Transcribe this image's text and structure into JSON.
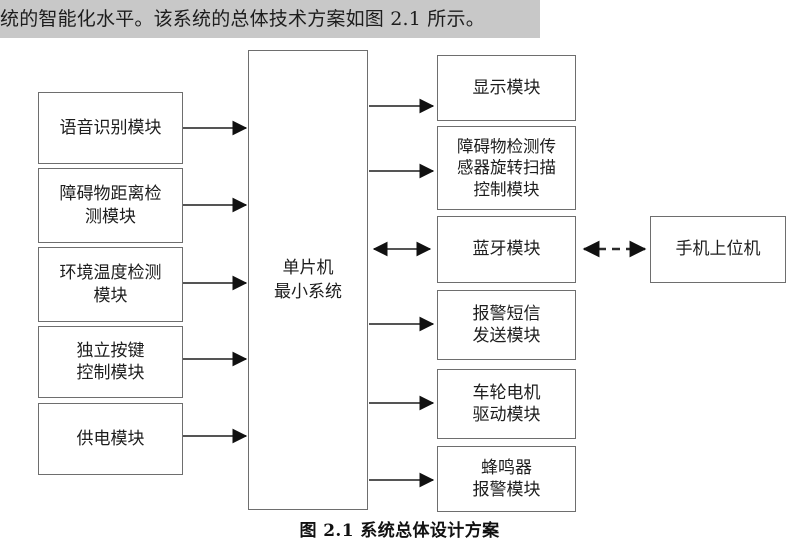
{
  "document": {
    "paragraph_text": "统的智能化水平。该系统的总体技术方案如图 2.1 所示。",
    "paragraph_highlight_color": "#c8c8c8",
    "caption": "图 2.1  系统总体设计方案",
    "box_border_color": "#6e6e6e",
    "line_color": "#3a3a3a"
  },
  "diagram": {
    "title": "系统总体设计方案",
    "center": {
      "label": "单片机\n最小系统",
      "name": "mcu-minimum-system"
    },
    "inputs": [
      {
        "label": "语音识别模块",
        "name": "voice-recognition-module"
      },
      {
        "label": "障碍物距离检\n测模块",
        "name": "obstacle-distance-detection-module"
      },
      {
        "label": "环境温度检测\n模块",
        "name": "ambient-temperature-detection-module"
      },
      {
        "label": "独立按键\n控制模块",
        "name": "independent-key-control-module"
      },
      {
        "label": "供电模块",
        "name": "power-supply-module"
      }
    ],
    "outputs": [
      {
        "label": "显示模块",
        "name": "display-module"
      },
      {
        "label": "障碍物检测传\n感器旋转扫描\n控制模块",
        "name": "obstacle-sensor-rotary-scan-control-module"
      },
      {
        "label": "蓝牙模块",
        "name": "bluetooth-module"
      },
      {
        "label": "报警短信\n发送模块",
        "name": "alarm-sms-sending-module"
      },
      {
        "label": "车轮电机\n驱动模块",
        "name": "wheel-motor-drive-module"
      },
      {
        "label": "蜂鸣器\n报警模块",
        "name": "buzzer-alarm-module"
      }
    ],
    "external": [
      {
        "label": "手机上位机",
        "name": "mobile-host-computer"
      }
    ],
    "connections": [
      {
        "from": "语音识别模块",
        "to": "单片机最小系统",
        "style": "solid",
        "direction": "forward"
      },
      {
        "from": "障碍物距离检测模块",
        "to": "单片机最小系统",
        "style": "solid",
        "direction": "forward"
      },
      {
        "from": "环境温度检测模块",
        "to": "单片机最小系统",
        "style": "solid",
        "direction": "forward"
      },
      {
        "from": "独立按键控制模块",
        "to": "单片机最小系统",
        "style": "solid",
        "direction": "forward"
      },
      {
        "from": "供电模块",
        "to": "单片机最小系统",
        "style": "solid",
        "direction": "forward"
      },
      {
        "from": "单片机最小系统",
        "to": "显示模块",
        "style": "solid",
        "direction": "forward"
      },
      {
        "from": "单片机最小系统",
        "to": "障碍物检测传感器旋转扫描控制模块",
        "style": "solid",
        "direction": "forward"
      },
      {
        "from": "单片机最小系统",
        "to": "蓝牙模块",
        "style": "solid",
        "direction": "bidirectional"
      },
      {
        "from": "单片机最小系统",
        "to": "报警短信发送模块",
        "style": "solid",
        "direction": "forward"
      },
      {
        "from": "单片机最小系统",
        "to": "车轮电机驱动模块",
        "style": "solid",
        "direction": "forward"
      },
      {
        "from": "单片机最小系统",
        "to": "蜂鸣器报警模块",
        "style": "solid",
        "direction": "forward"
      },
      {
        "from": "蓝牙模块",
        "to": "手机上位机",
        "style": "dashed",
        "direction": "bidirectional"
      }
    ]
  }
}
